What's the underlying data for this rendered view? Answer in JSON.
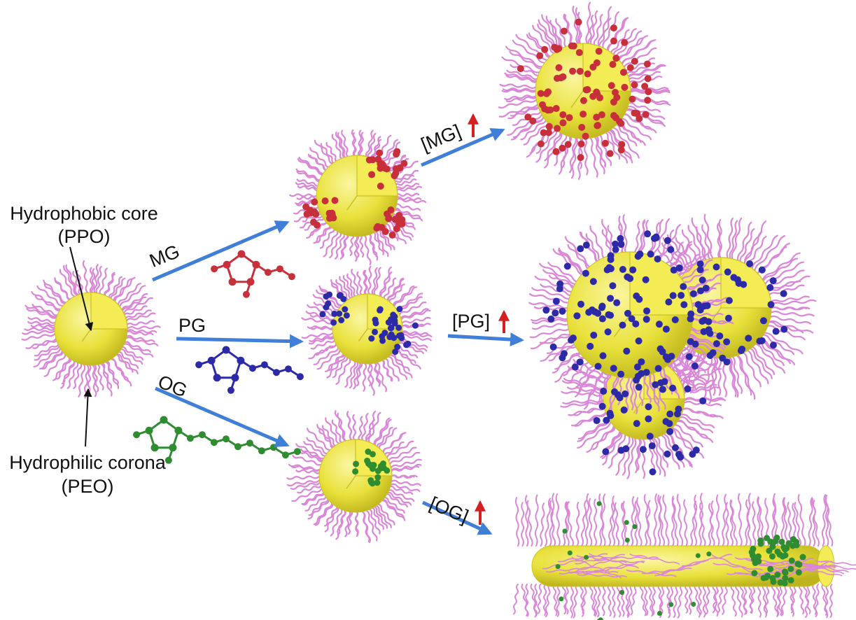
{
  "labels": {
    "core": "Hydrophobic core",
    "core_abbr": "(PPO)",
    "corona": "Hydrophilic corona",
    "corona_abbr": "(PEO)",
    "mg": "MG",
    "pg": "PG",
    "og": "OG",
    "mg_conc": "[MG]",
    "pg_conc": "[PG]",
    "og_conc": "[OG]"
  },
  "colors": {
    "core": "#e8e13a",
    "core_dark": "#c9c124",
    "corona": "#d987d6",
    "mg_molecule": "#c7303a",
    "pg_molecule": "#2d2aa8",
    "og_molecule": "#2f8c30",
    "arrow": "#3f7fd8",
    "increase_arrow": "#d52020"
  },
  "icons": {
    "increase": "red-up-arrow-icon",
    "pointer": "black-pointer-arrow"
  }
}
